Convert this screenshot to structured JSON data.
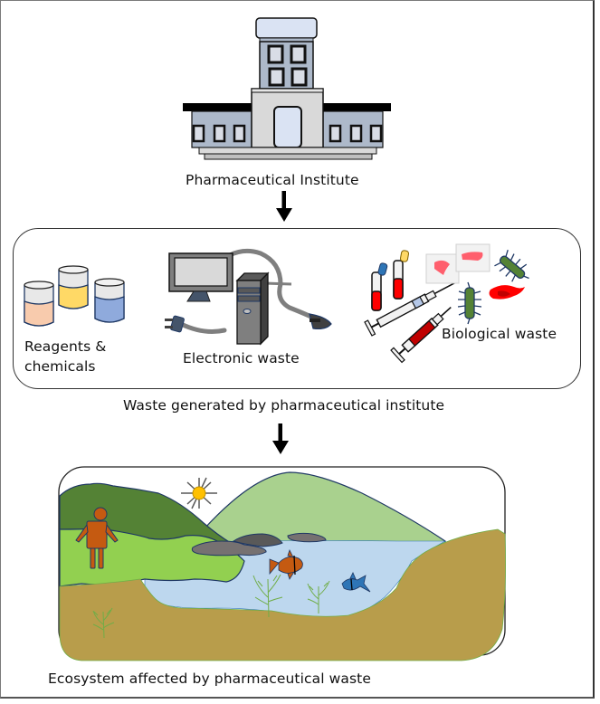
{
  "diagram": {
    "nodes": {
      "institute": {
        "label": "Pharmaceutical Institute"
      },
      "waste": {
        "label": "Waste generated by pharmaceutical institute",
        "items": [
          {
            "label_line1": "Reagents &",
            "label_line2": "chemicals"
          },
          {
            "label": "Electronic waste"
          },
          {
            "label": "Biological waste"
          }
        ]
      },
      "ecosystem": {
        "label": "Ecosystem affected by pharmaceutical waste"
      }
    },
    "edges": [
      {
        "from": "institute",
        "to": "waste"
      },
      {
        "from": "waste",
        "to": "ecosystem"
      }
    ]
  },
  "colors": {
    "building_body": "#adb9ca",
    "building_light": "#dae3f3",
    "building_center": "#d9d9d9",
    "dark_hill": "#548235",
    "light_hill": "#a9d18e",
    "grass": "#92d050",
    "water": "#bdd7ee",
    "soil": "#b89d4b",
    "rock_dark": "#595959",
    "rock_light": "#767171",
    "sun": "#ffc000",
    "person": "#c55a11",
    "fish_orange": "#c55a11",
    "fish_blue": "#2e75b6",
    "blood_red": "#ff0000",
    "bacteria_green": "#548235",
    "bacteria_outline": "#1f3864"
  }
}
